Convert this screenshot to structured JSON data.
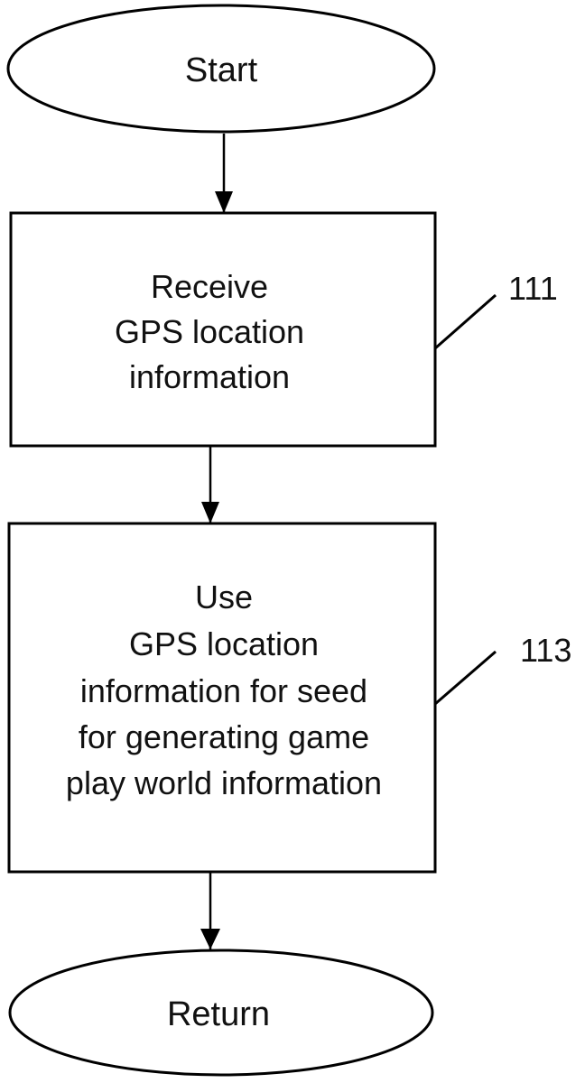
{
  "flowchart": {
    "start_label": "Start",
    "end_label": "Return",
    "steps": [
      {
        "ref": "111",
        "lines": [
          "Receive",
          "GPS location",
          "information"
        ]
      },
      {
        "ref": "113",
        "lines": [
          "Use",
          "GPS location",
          "information for seed",
          "for generating game",
          "play world information"
        ]
      }
    ]
  }
}
